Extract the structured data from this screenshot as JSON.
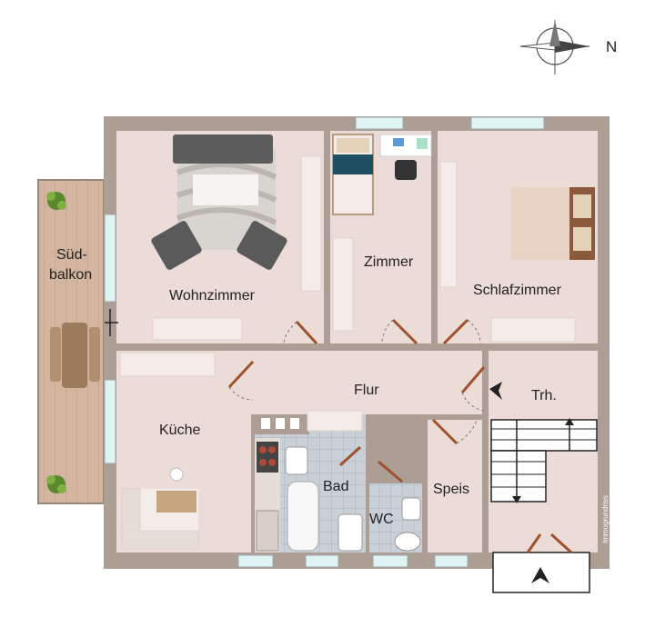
{
  "compass": {
    "north_label": "N",
    "icon": "compass-rose-icon"
  },
  "rooms": {
    "balcony_line1": "Süd-",
    "balcony_line2": "balkon",
    "living": "Wohnzimmer",
    "room": "Zimmer",
    "bedroom": "Schlafzimmer",
    "hall": "Flur",
    "stairs": "Trh.",
    "kitchen": "Küche",
    "bath": "Bad",
    "wc": "WC",
    "pantry": "Speis"
  },
  "watermark": "Immogrundriss",
  "colors": {
    "wall": "#ad9e95",
    "floor": "#ebdcd7",
    "balcony": "#d3b5a0",
    "tile": "#c5ccd4",
    "door": "#a0522d",
    "window": "#dff3f5"
  }
}
